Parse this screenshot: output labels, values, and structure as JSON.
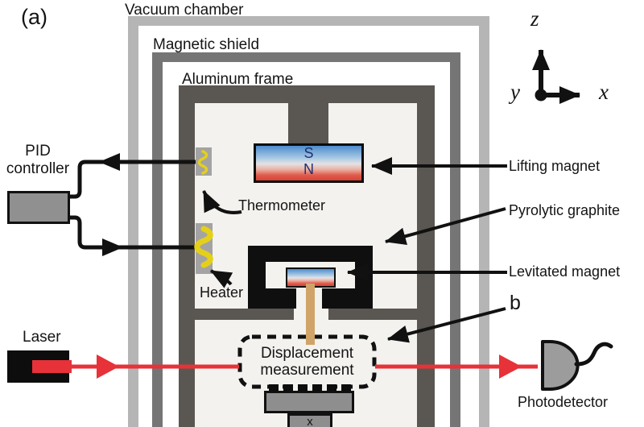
{
  "panel": {
    "label": "(a)"
  },
  "enclosures": {
    "vacuum_chamber": "Vacuum chamber",
    "magnetic_shield": "Magnetic shield",
    "aluminum_frame": "Aluminum frame"
  },
  "axes": {
    "x": "x",
    "y": "y",
    "z": "z"
  },
  "pid": {
    "line1": "PID",
    "line2": "controller"
  },
  "laser": {
    "label": "Laser"
  },
  "thermometer": {
    "label": "Thermometer"
  },
  "heater": {
    "label": "Heater"
  },
  "lifting_magnet": {
    "label": "Lifting magnet",
    "pole_top": "S",
    "pole_bottom": "N"
  },
  "pyrolytic_graphite": {
    "label": "Pyrolytic graphite"
  },
  "levitated_magnet": {
    "label": "Levitated magnet"
  },
  "detail_marker": {
    "label": "b"
  },
  "displacement": {
    "line1": "Displacement",
    "line2": "measurement"
  },
  "photodetector": {
    "label": "Photodetector"
  },
  "stage": {
    "axis_label": "x"
  },
  "colors": {
    "laser_beam": "#e63238",
    "heater_coil": "#e5d019",
    "magnet_south_top": "#4c8ccc",
    "magnet_north_bottom": "#d84238",
    "vacuum_chamber_wall": "#b5b5b5",
    "magnetic_shield_wall": "#757575",
    "aluminum_frame_wall": "#5a5651",
    "graphite": "#0f0f0f",
    "rod": "#d0a468"
  }
}
